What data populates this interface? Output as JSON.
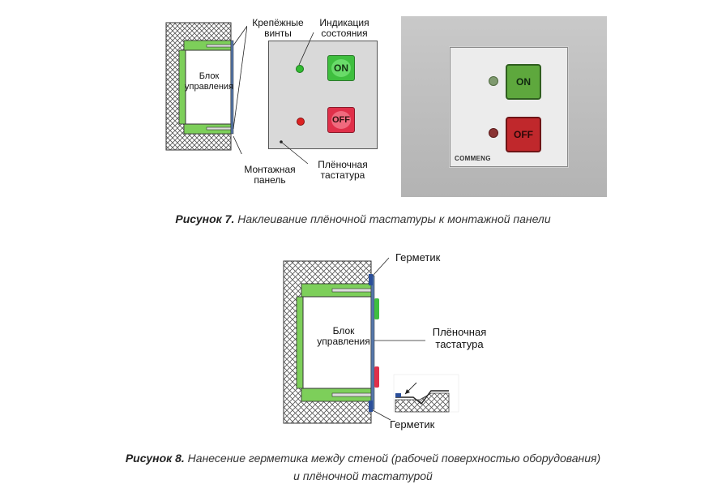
{
  "figure7": {
    "labels": {
      "screws": "Крепёжные\nвинты",
      "status": "Индикация\nсостояния",
      "control_unit": "Блок\nуправления",
      "mount_panel": "Монтажная\nпанель",
      "membrane_keypad": "Плёночная\nтастатура",
      "on": "ON",
      "off": "OFF",
      "brand": "COMMENG"
    },
    "caption_prefix": "Рисунок 7.",
    "caption_text": " Наклеивание плёночной тастатуры к монтажной панели"
  },
  "figure8": {
    "labels": {
      "sealant_top": "Герметик",
      "sealant_bottom": "Герметик",
      "control_unit": "Блок\nуправления",
      "membrane_keypad": "Плёночная\nтастатура"
    },
    "caption_prefix": "Рисунок 8.",
    "caption_line1": " Нанесение герметика между стеной (рабочей поверхностью оборудования)",
    "caption_line2": "и плёночной тастатурой"
  },
  "colors": {
    "hatch": "#555555",
    "green_bracket": "#7dcf5a",
    "panel_gray": "#d9d9d9",
    "on_green": "#3fbf3f",
    "off_red": "#e0304a",
    "led_green": "#33bb33",
    "led_red": "#dd2222"
  }
}
